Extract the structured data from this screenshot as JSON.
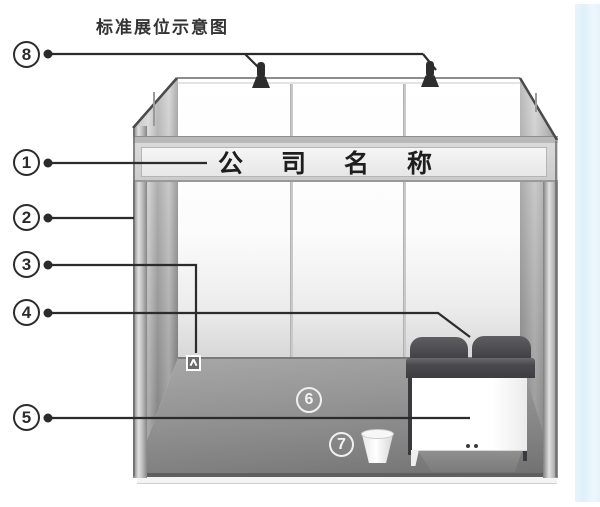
{
  "title": "标准展位示意图",
  "booth": {
    "fascia_text": "公司名称"
  },
  "callouts": {
    "left": [
      {
        "number": "8"
      },
      {
        "number": "1"
      },
      {
        "number": "2"
      },
      {
        "number": "3"
      },
      {
        "number": "4"
      },
      {
        "number": "5"
      }
    ],
    "floor": [
      {
        "number": "6"
      },
      {
        "number": "7"
      }
    ]
  },
  "icons": {
    "spotlight_count": 2,
    "socket": "power-socket-icon",
    "wastebasket": "wastebasket-icon"
  },
  "colors": {
    "leader_line": "#2b2b2b",
    "floor_carpet": "#8d8d8d",
    "chair": "#3f3f43",
    "fascia_panel": "#efefef",
    "accent_strip": "#e4f1f9"
  }
}
